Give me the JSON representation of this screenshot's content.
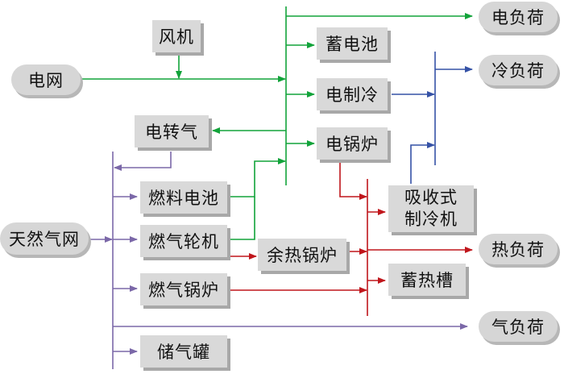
{
  "colors": {
    "electric": "#12a33a",
    "gas": "#7b68a8",
    "heat": "#c0161c",
    "cold": "#3552a6",
    "box_fill": "#d9d9d9"
  },
  "nodes": {
    "wind": "风机",
    "grid": "电网",
    "battery": "蓄电池",
    "elec_chiller": "电制冷",
    "p2g": "电转气",
    "elec_boiler": "电锅炉",
    "fuel_cell": "燃料电池",
    "absorption_chiller_l1": "吸收式",
    "absorption_chiller_l2": "制冷机",
    "gas_network": "天然气网",
    "gas_turbine": "燃气轮机",
    "waste_heat_boiler": "余热锅炉",
    "thermal_storage": "蓄热槽",
    "gas_boiler": "燃气锅炉",
    "gas_storage": "储气罐",
    "electric_load": "电负荷",
    "cooling_load": "冷负荷",
    "heat_load": "热负荷",
    "gas_load": "气负荷"
  }
}
